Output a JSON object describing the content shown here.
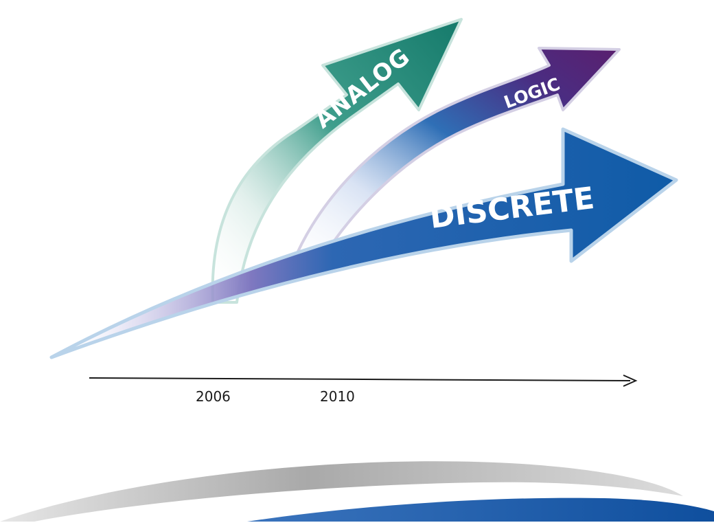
{
  "arrows": {
    "analog_label": "ANALOG",
    "logic_label": "LOGIC",
    "discrete_label": "DISCRETE"
  },
  "timeline": {
    "tick_1": "2006",
    "tick_2": "2010"
  },
  "colors": {
    "analog": "#1e8a7a",
    "logic": "#5a1f6e",
    "discrete": "#0f5ba7",
    "timeline": "#1a1a1a",
    "swoosh_gray": "#b8b8b8",
    "swoosh_blue": "#1555a5"
  }
}
